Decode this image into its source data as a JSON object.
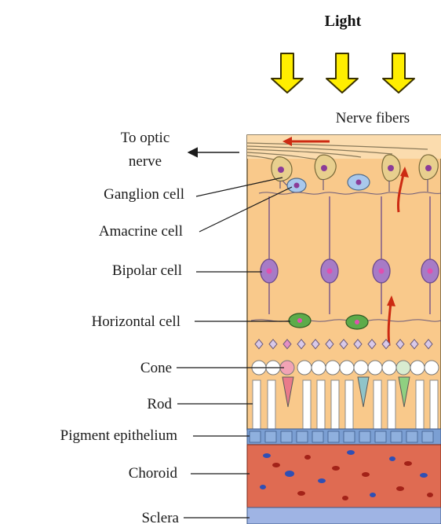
{
  "title": "Light",
  "labels": {
    "nerve_fibers": "Nerve fibers",
    "to_optic_line1": "To optic",
    "to_optic_line2": "nerve",
    "ganglion": "Ganglion cell",
    "amacrine": "Amacrine cell",
    "bipolar": "Bipolar cell",
    "horizontal": "Horizontal cell",
    "cone": "Cone",
    "rod": "Rod",
    "pigment": "Pigment epithelium",
    "choroid": "Choroid",
    "sclera": "Sclera"
  },
  "colors": {
    "retina_bg": "#f9c98b",
    "nerve_layer": "#fbdcae",
    "ganglion_cell": "#e8cf8e",
    "amacrine_cell": "#a9c8ec",
    "bipolar_cell": "#a77bc6",
    "horizontal_cell": "#5dab4a",
    "pigment": "#7b9fd3",
    "choroid": "#df6b52",
    "sclera": "#9fb4e4",
    "light_arrow": "#ffee00",
    "signal_arrow": "#cc2a12"
  },
  "icons": [
    "light-arrow-icon",
    "signal-arrow-icon",
    "leader-arrow-icon"
  ]
}
